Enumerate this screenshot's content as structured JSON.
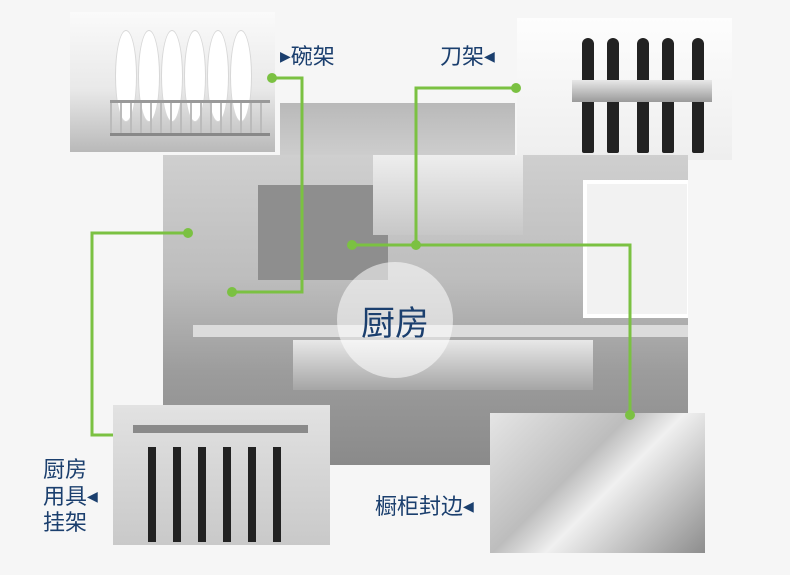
{
  "center_label": "厨房",
  "callouts": {
    "bowl_rack": "碗架",
    "knife_rack": "刀架",
    "utensil_rack": [
      "厨房",
      "用具",
      "挂架"
    ],
    "cabinet_edge": "橱柜封边"
  },
  "colors": {
    "text": "#1b3f6e",
    "line": "#7bc142"
  }
}
